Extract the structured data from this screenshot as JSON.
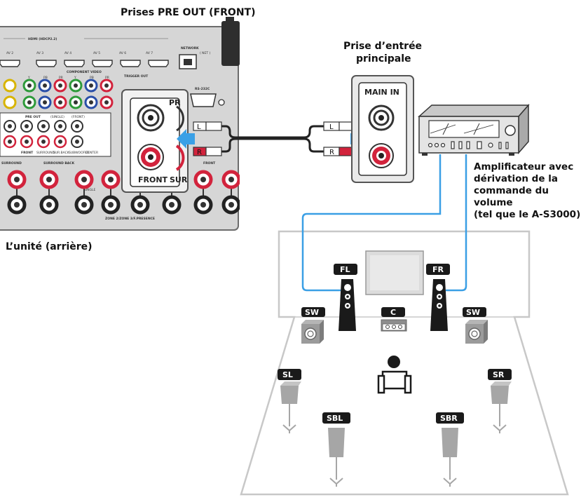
{
  "labels": {
    "preout_title": "Prises PRE OUT (FRONT)",
    "unit_caption": "L’unité (arrière)",
    "main_input_line1": "Prise d’entrée",
    "main_input_line2": "principale",
    "amp_line1": "Amplificateur avec",
    "amp_line2": "dérivation de la",
    "amp_line3": "commande du",
    "amp_line4": "volume",
    "amp_line5": "(tel que le A-S3000)"
  },
  "unit_panel": {
    "hdmi": "HDMI (HDCP2.2)",
    "av_inputs": [
      "AV 2",
      "AV 3",
      "AV 4",
      "AV 5",
      "AV 6",
      "AV 7"
    ],
    "network": "NETWORK",
    "net": "( NET )",
    "component_video": "COMPONENT VIDEO",
    "comp_cols": [
      "Y",
      "PB",
      "PR"
    ],
    "trigger_out": "TRIGGER OUT",
    "rs232c": "RS-232C",
    "pre_out": "PRE OUT",
    "single": "(SINGLE)",
    "front_paren": "(FRONT)",
    "preout_jacks": [
      "FRONT",
      "SURROUND",
      "SUR.BACK",
      "SUBWOOFER",
      "CENTER"
    ],
    "surround_back": "SURROUND BACK",
    "surround": "SURROUND",
    "single_lbl": "SINGLE",
    "front_lbl": "FRONT",
    "zone_presence": "ZONE 2/ZONE 3/F.PRESENCE"
  },
  "zoom_panel": {
    "pr": "PR",
    "front": "FRONT",
    "sur": "SUR"
  },
  "main_in_panel": {
    "label": "MAIN IN"
  },
  "cable": {
    "left": "L",
    "right": "R"
  },
  "speakers": {
    "fl": "FL",
    "fr": "FR",
    "center": "C",
    "sw_left": "SW",
    "sw_right": "SW",
    "sl": "SL",
    "sr": "SR",
    "sbl": "SBL",
    "sbr": "SBR"
  },
  "colors": {
    "badge": "#1a1a1a",
    "arrow_blue": "#3aa0e6",
    "wire_blue": "#3a9fe5",
    "room_outline": "#c8c8c8",
    "panel_gray": "#d4d4d4",
    "rca_red": "#d2233c",
    "rca_green": "#2e9a3a",
    "rca_blue": "#2a4fa8"
  }
}
